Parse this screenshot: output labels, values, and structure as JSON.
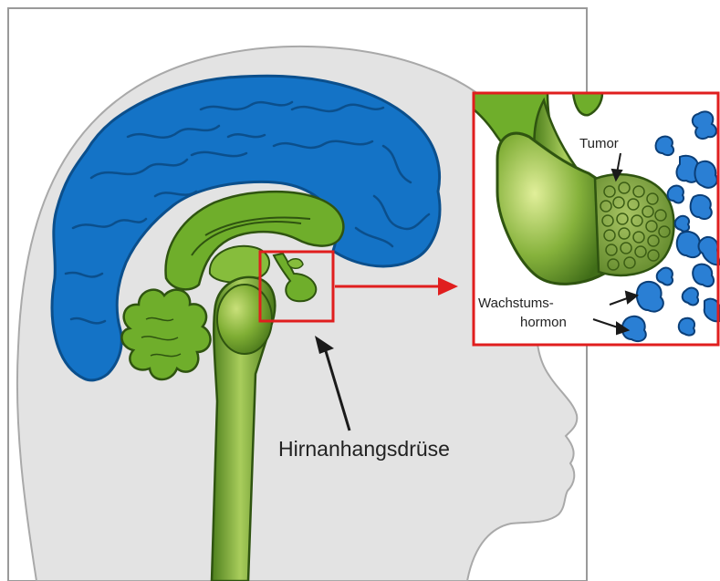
{
  "labels": {
    "pituitary": "Hirnanhangsdrüse",
    "tumor": "Tumor",
    "growth_hormone_line1": "Wachstums-",
    "growth_hormone_line2": "hormon"
  },
  "colors": {
    "head_fill": "#e3e3e3",
    "head_outline": "#a9a9a9",
    "cerebrum": "#1473c6",
    "cerebrum_dark": "#0b4f8c",
    "limbic_green": "#6fae2b",
    "stem_green": "#5d8f24",
    "dark_green": "#2f5410",
    "highlight_box": "#e01e1e",
    "hormone_blue": "#2a7fd4"
  }
}
